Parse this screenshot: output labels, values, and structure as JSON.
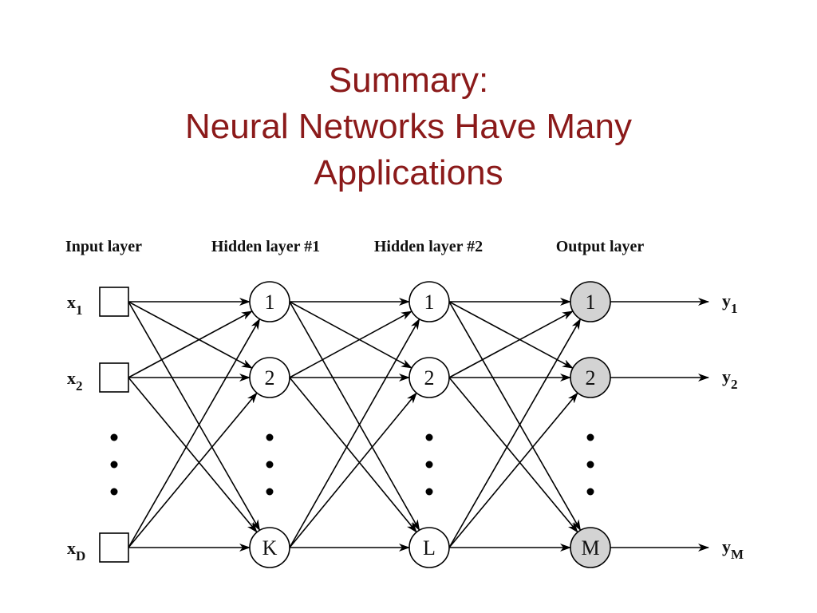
{
  "slide": {
    "title_line1": "Summary:",
    "title_line2": "Neural Networks Have Many",
    "title_line3": "Applications",
    "title_color": "#8b1a1a"
  },
  "diagram": {
    "layers": [
      {
        "label": "Input layer",
        "kind": "input",
        "nodes": [
          {
            "base": "x",
            "sub": "1"
          },
          {
            "base": "x",
            "sub": "2"
          },
          {
            "base": "x",
            "sub": "D"
          }
        ]
      },
      {
        "label": "Hidden layer #1",
        "kind": "hidden",
        "nodes": [
          {
            "label": "1"
          },
          {
            "label": "2"
          },
          {
            "label": "K"
          }
        ]
      },
      {
        "label": "Hidden layer #2",
        "kind": "hidden",
        "nodes": [
          {
            "label": "1"
          },
          {
            "label": "2"
          },
          {
            "label": "L"
          }
        ]
      },
      {
        "label": "Output layer",
        "kind": "output",
        "nodes": [
          {
            "label": "1"
          },
          {
            "label": "2"
          },
          {
            "label": "M"
          }
        ]
      }
    ],
    "outputs": [
      {
        "base": "y",
        "sub": "1"
      },
      {
        "base": "y",
        "sub": "2"
      },
      {
        "base": "y",
        "sub": "M"
      }
    ],
    "output_node_fill": "#d3d3d3",
    "hidden_node_fill": "#ffffff",
    "connectivity": "fully-connected",
    "ellipsis": "vertical dots between node 2 and last node"
  }
}
